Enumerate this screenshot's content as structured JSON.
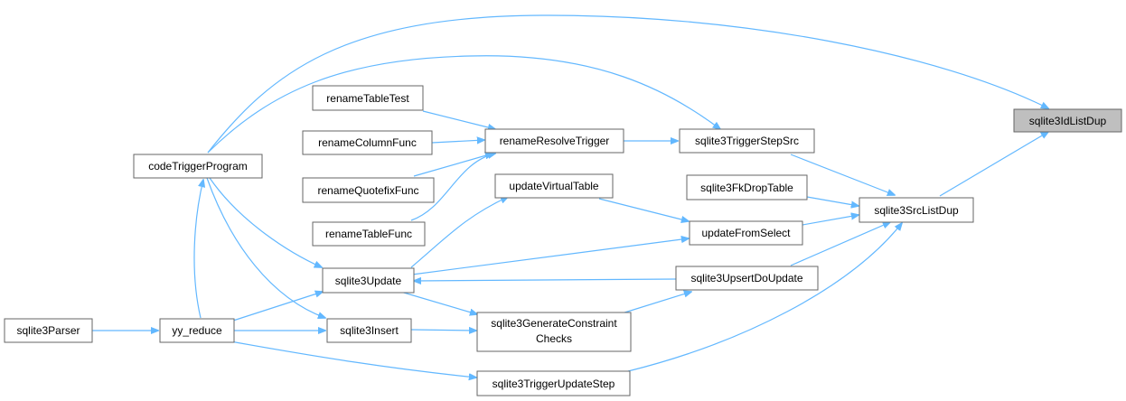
{
  "colors": {
    "edge": "#63b8ff",
    "node_border": "#666666",
    "focus_fill": "#bfbfbf",
    "node_fill": "#ffffff"
  },
  "nodes": {
    "sqlite3IdListDup": "sqlite3IdListDup",
    "codeTriggerProgram": "codeTriggerProgram",
    "sqlite3TriggerStepSrc": "sqlite3TriggerStepSrc",
    "renameResolveTrigger": "renameResolveTrigger",
    "renameTableTest": "renameTableTest",
    "renameColumnFunc": "renameColumnFunc",
    "renameQuotefixFunc": "renameQuotefixFunc",
    "renameTableFunc": "renameTableFunc",
    "sqlite3SrcListDup": "sqlite3SrcListDup",
    "sqlite3FkDropTable": "sqlite3FkDropTable",
    "updateVirtualTable": "updateVirtualTable",
    "updateFromSelect": "updateFromSelect",
    "sqlite3Update": "sqlite3Update",
    "sqlite3UpsertDoUpdate": "sqlite3UpsertDoUpdate",
    "sqlite3GenerateConstraintChecks_1": "sqlite3GenerateConstraint",
    "sqlite3GenerateConstraintChecks_2": "Checks",
    "sqlite3Insert": "sqlite3Insert",
    "yy_reduce": "yy_reduce",
    "sqlite3Parser": "sqlite3Parser",
    "sqlite3TriggerUpdateStep": "sqlite3TriggerUpdateStep"
  }
}
